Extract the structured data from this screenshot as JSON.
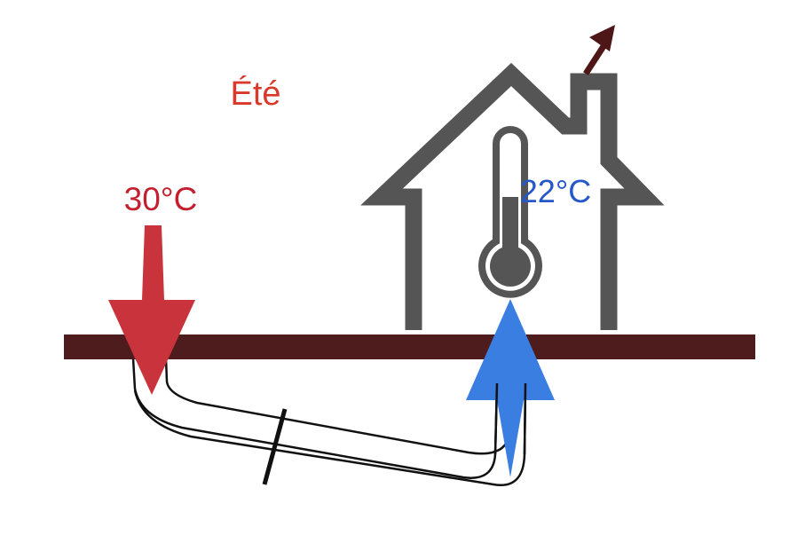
{
  "season_label": "Été",
  "outdoor_temperature": "30°C",
  "indoor_temperature": "22°C",
  "colors": {
    "season_text": "#d9392b",
    "warm_air": "#c9343c",
    "warm_text": "#c41f2e",
    "cool_air": "#3a7ee2",
    "cool_text": "#2457c8",
    "house": "#555555",
    "ground": "#4f1c1e",
    "exhaust": "#4d1717",
    "pipe": "#111111"
  }
}
